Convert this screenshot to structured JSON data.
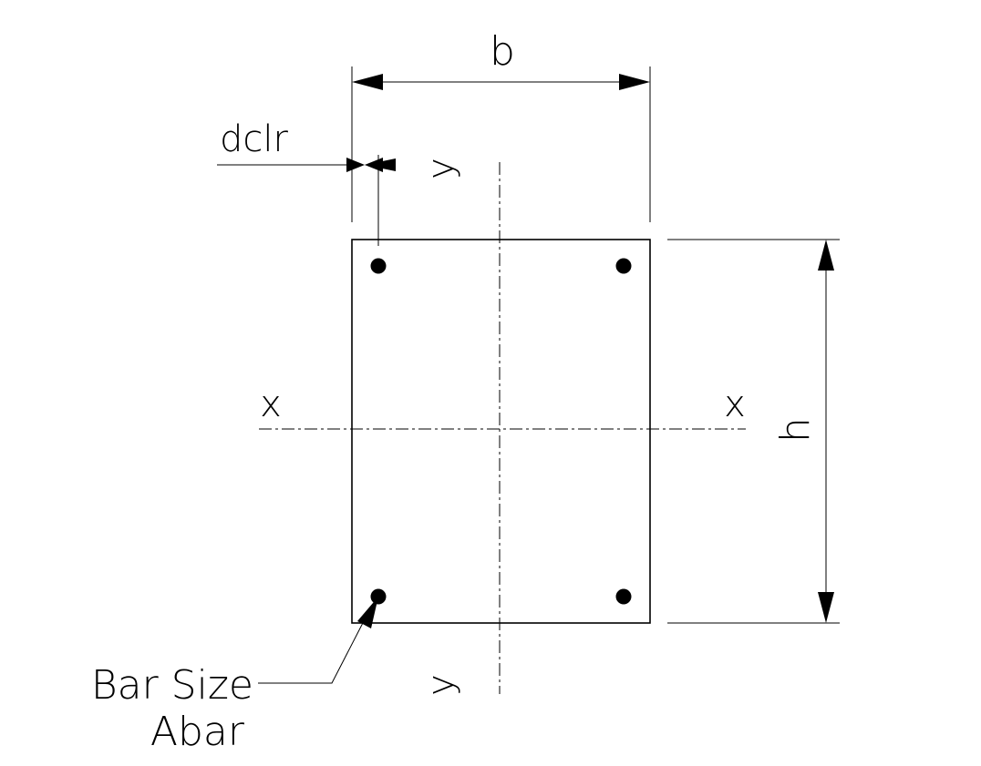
{
  "diagram": {
    "labels": {
      "width": "b",
      "height": "h",
      "clear_cover": "dclr",
      "x_axis_left": "x",
      "x_axis_right": "x",
      "y_axis_top": "y",
      "y_axis_bottom": "y",
      "bar_size_line1": "Bar Size",
      "bar_size_line2": "Abar"
    },
    "bars": {
      "count": 4
    },
    "colors": {
      "line": "#000000",
      "background": "#ffffff"
    }
  }
}
